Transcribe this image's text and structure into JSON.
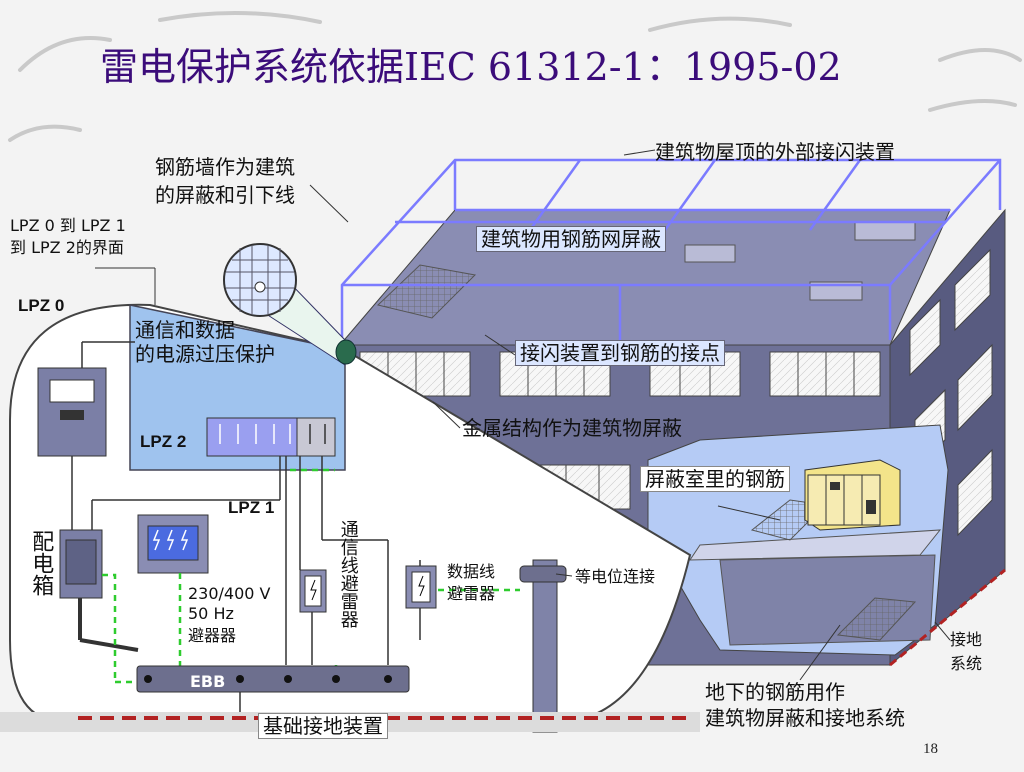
{
  "title": "雷电保护系统依据IEC 61312-1：1995-02",
  "page_number": "18",
  "labels": {
    "roof_air_termination": "建筑物屋顶的外部接闪装置",
    "rebar_wall_l1": "钢筋墙作为建筑",
    "rebar_wall_l2": "的屏蔽和引下线",
    "lpz_boundary_l1": "LPZ 0 到 LPZ 1",
    "lpz_boundary_l2": "到 LPZ 2的界面",
    "lpz0": "LPZ 0",
    "lpz1": "LPZ 1",
    "lpz2": "LPZ 2",
    "rebar_mesh": "建筑物用钢筋网屏蔽",
    "comm_power_l1": "通信和数据",
    "comm_power_l2": "的电源过压保护",
    "air_to_rebar": "接闪装置到钢筋的接点",
    "metal_structure": "金属结构作为建筑物屏蔽",
    "shielded_room": "屏蔽室里的钢筋",
    "data_arrester_l1": "数据线",
    "data_arrester_l2": "避雷器",
    "equipotential": "等电位连接",
    "power_arrester_l1": "230/400 V",
    "power_arrester_l2": "50 Hz",
    "power_arrester_l3": "避器器",
    "comm_arrester": "通信线避雷器",
    "distribution_box": "配电箱",
    "ebb": "EBB",
    "foundation_earth": "基础接地装置",
    "earth_system_l1": "接地",
    "earth_system_l2": "系统",
    "underground_l1": "地下的钢筋用作",
    "underground_l2": "建筑物屏蔽和接地系统"
  },
  "colors": {
    "title": "#3b0c7a",
    "building_top": "#8a8db3",
    "building_front": "#6e7197",
    "building_side": "#585b80",
    "cutaway": "#b5cbf5",
    "lpz2_panel": "#9fc3ee",
    "roof_conductor": "#7b7bff",
    "equipotential_green": "#2ecc2e",
    "bus_bar": "#6d6f8e",
    "earth_red": "#b22222"
  }
}
